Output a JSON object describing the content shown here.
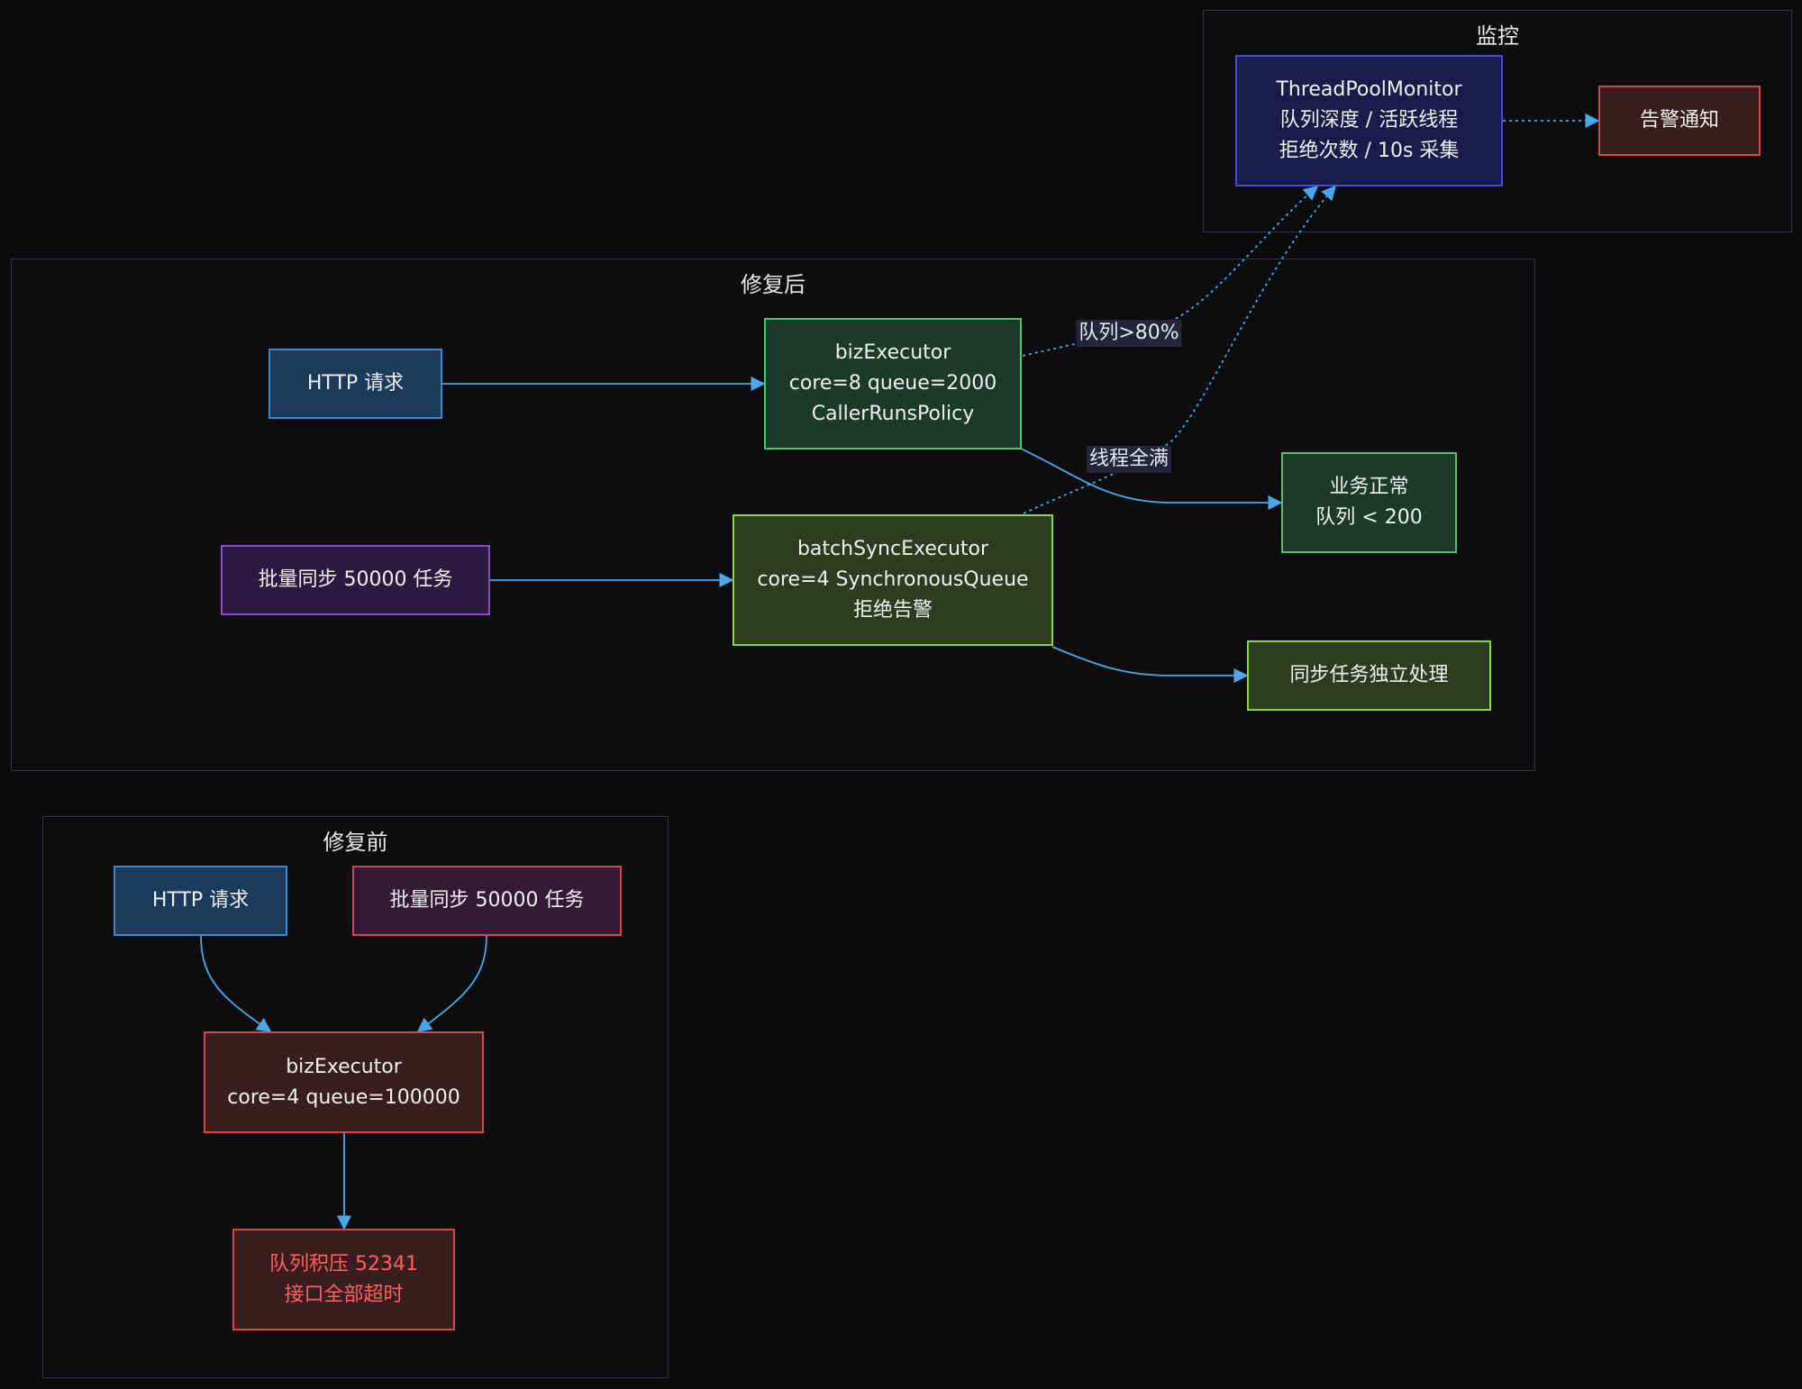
{
  "clusters": {
    "monitor": {
      "title": "监控"
    },
    "after": {
      "title": "修复后"
    },
    "before": {
      "title": "修复前"
    }
  },
  "nodes": {
    "monitor_main": {
      "lines": [
        "ThreadPoolMonitor",
        "队列深度 / 活跃线程",
        "拒绝次数 / 10s 采集"
      ]
    },
    "alert": {
      "lines": [
        "告警通知"
      ]
    },
    "after_http": {
      "lines": [
        "HTTP 请求"
      ]
    },
    "after_biz": {
      "lines": [
        "bizExecutor",
        "core=8 queue=2000",
        "CallerRunsPolicy"
      ]
    },
    "biz_ok": {
      "lines": [
        "业务正常",
        "队列 < 200"
      ]
    },
    "after_batch": {
      "lines": [
        "批量同步 50000 任务"
      ]
    },
    "batch_exec": {
      "lines": [
        "batchSyncExecutor",
        "core=4 SynchronousQueue",
        "拒绝告警"
      ]
    },
    "sync_ok": {
      "lines": [
        "同步任务独立处理"
      ]
    },
    "before_http": {
      "lines": [
        "HTTP 请求"
      ]
    },
    "before_batch": {
      "lines": [
        "批量同步 50000 任务"
      ]
    },
    "before_biz": {
      "lines": [
        "bizExecutor",
        "core=4 queue=100000"
      ]
    },
    "backlog": {
      "lines": [
        "队列积压 52341",
        "接口全部超时"
      ]
    }
  },
  "edge_labels": {
    "queue_over": "队列>80%",
    "threads_full": "线程全满"
  },
  "colors": {
    "edge": "#4aa8e8"
  }
}
